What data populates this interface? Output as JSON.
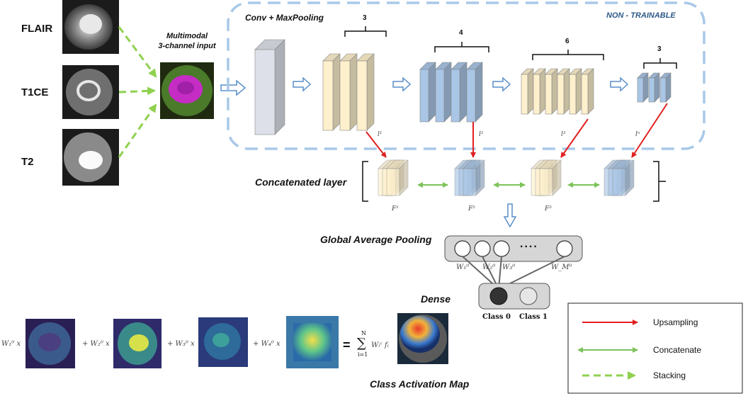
{
  "modalities": [
    "FLAIR",
    "T1CE",
    "T2"
  ],
  "input_label_line1": "Multimodal",
  "input_label_line2": "3-channel input",
  "conv_label": "Conv + MaxPooling",
  "non_trainable_label": "NON - TRAINABLE",
  "block_counts": [
    "3",
    "4",
    "6",
    "3"
  ],
  "layer_labels": [
    "l¹",
    "l²",
    "l³",
    "lⁿ"
  ],
  "concat_label": "Concatenated layer",
  "feature_labels": [
    "F¹",
    "F²",
    "F³"
  ],
  "gap_label": "Global Average Pooling",
  "gap_dots": "....",
  "weights": [
    "W₁⁰",
    "W₂⁰",
    "W₃⁰",
    "W_M⁰"
  ],
  "dense_label": "Dense",
  "classes": [
    "Class 0",
    "Class 1"
  ],
  "cam_terms": [
    "W₁⁰ x",
    "+ W₂⁰ x",
    "+ W₃⁰ x",
    "+ W₄⁰ x"
  ],
  "equals": "=",
  "sum_upper": "N",
  "sum_lower": "i=1",
  "sum_body": "Wᵢᶜ fᵢ",
  "cam_label": "Class Activation Map",
  "legend": [
    {
      "label": "Upsampling",
      "color": "#e02020"
    },
    {
      "label": "Concatenate",
      "color": "#7dc35b"
    },
    {
      "label": "Stacking",
      "color": "#8fd14f"
    }
  ],
  "colors": {
    "dashed_box": "#a8c8e8",
    "yellow_block": "#fdf0cc",
    "blue_block": "#a9c6e6",
    "gray_block": "#dde0e8"
  }
}
